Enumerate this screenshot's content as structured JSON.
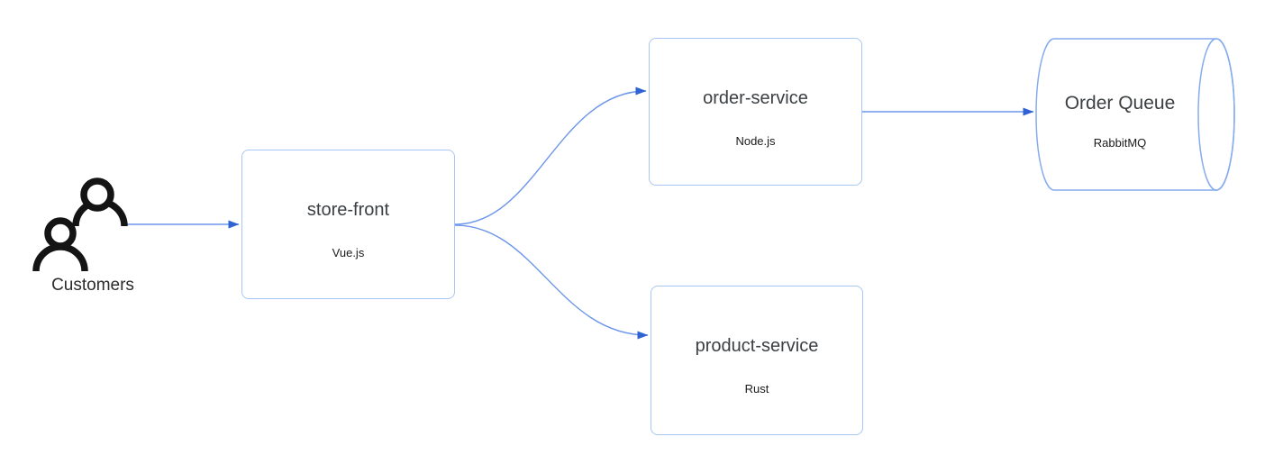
{
  "diagram": {
    "actor": {
      "label": "Customers"
    },
    "nodes": [
      {
        "id": "store-front",
        "shape": "rounded-rect",
        "title": "store-front",
        "subtitle": "Vue.js"
      },
      {
        "id": "order-service",
        "shape": "rounded-rect",
        "title": "order-service",
        "subtitle": "Node.js"
      },
      {
        "id": "product-service",
        "shape": "rounded-rect",
        "title": "product-service",
        "subtitle": "Rust"
      },
      {
        "id": "order-queue",
        "shape": "cylinder",
        "title": "Order Queue",
        "subtitle": "RabbitMQ"
      }
    ],
    "edges": [
      {
        "from": "customers",
        "to": "store-front"
      },
      {
        "from": "store-front",
        "to": "order-service"
      },
      {
        "from": "store-front",
        "to": "product-service"
      },
      {
        "from": "order-service",
        "to": "order-queue"
      }
    ],
    "colors": {
      "background": "#FFFFFF",
      "box_border": "#A9C6F7",
      "cylinder_border": "#85ACEE",
      "arrow_line": "#6C96EA",
      "arrow_head": "#2F62D2",
      "title_text": "#3C4043",
      "subtitle_text": "#1A1A1A",
      "actor_icon": "#141414"
    }
  }
}
